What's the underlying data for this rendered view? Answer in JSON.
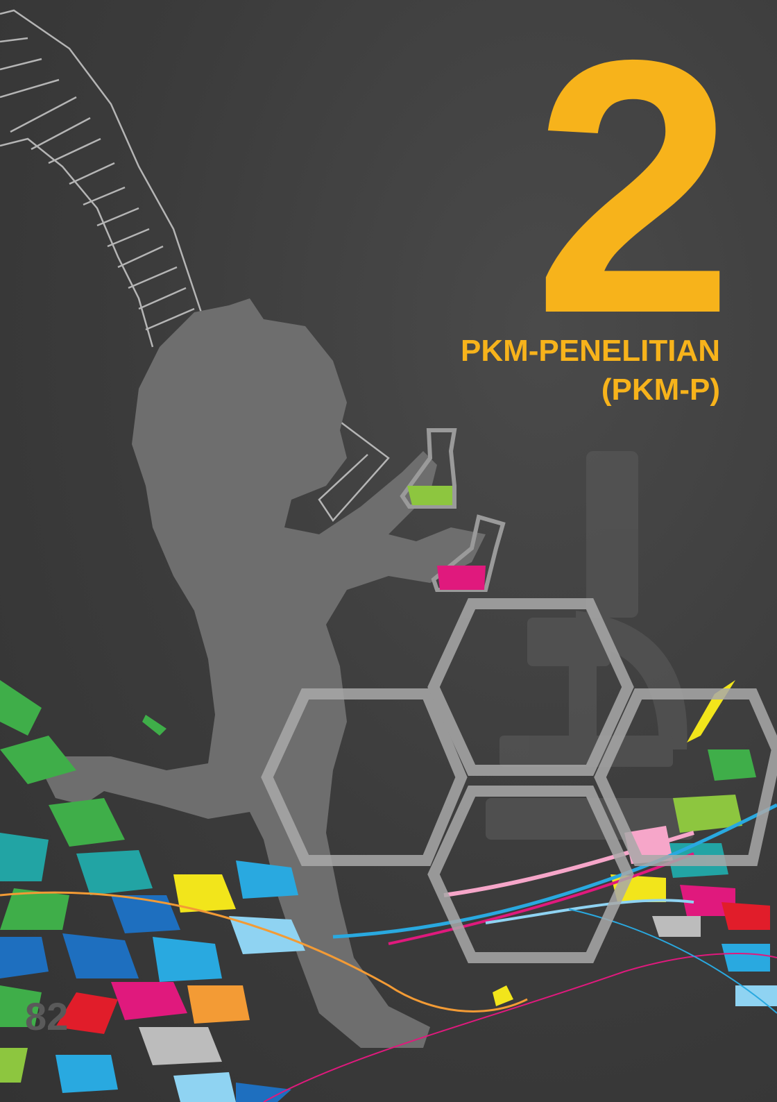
{
  "chapter": {
    "number": "2",
    "title_line1": "PKM-PENELITIAN",
    "title_line2": "(PKM-P)"
  },
  "page_number": "82",
  "colors": {
    "background": "#3d3d3d",
    "accent": "#f7b31b",
    "silhouette": "#6e6e6e",
    "flask_green": "#8dc63f",
    "flask_pink": "#e0197d"
  },
  "icons": [
    "dna-helix-icon",
    "scientist-silhouette-icon",
    "flask-icon",
    "microscope-icon",
    "hexagon-icon"
  ]
}
